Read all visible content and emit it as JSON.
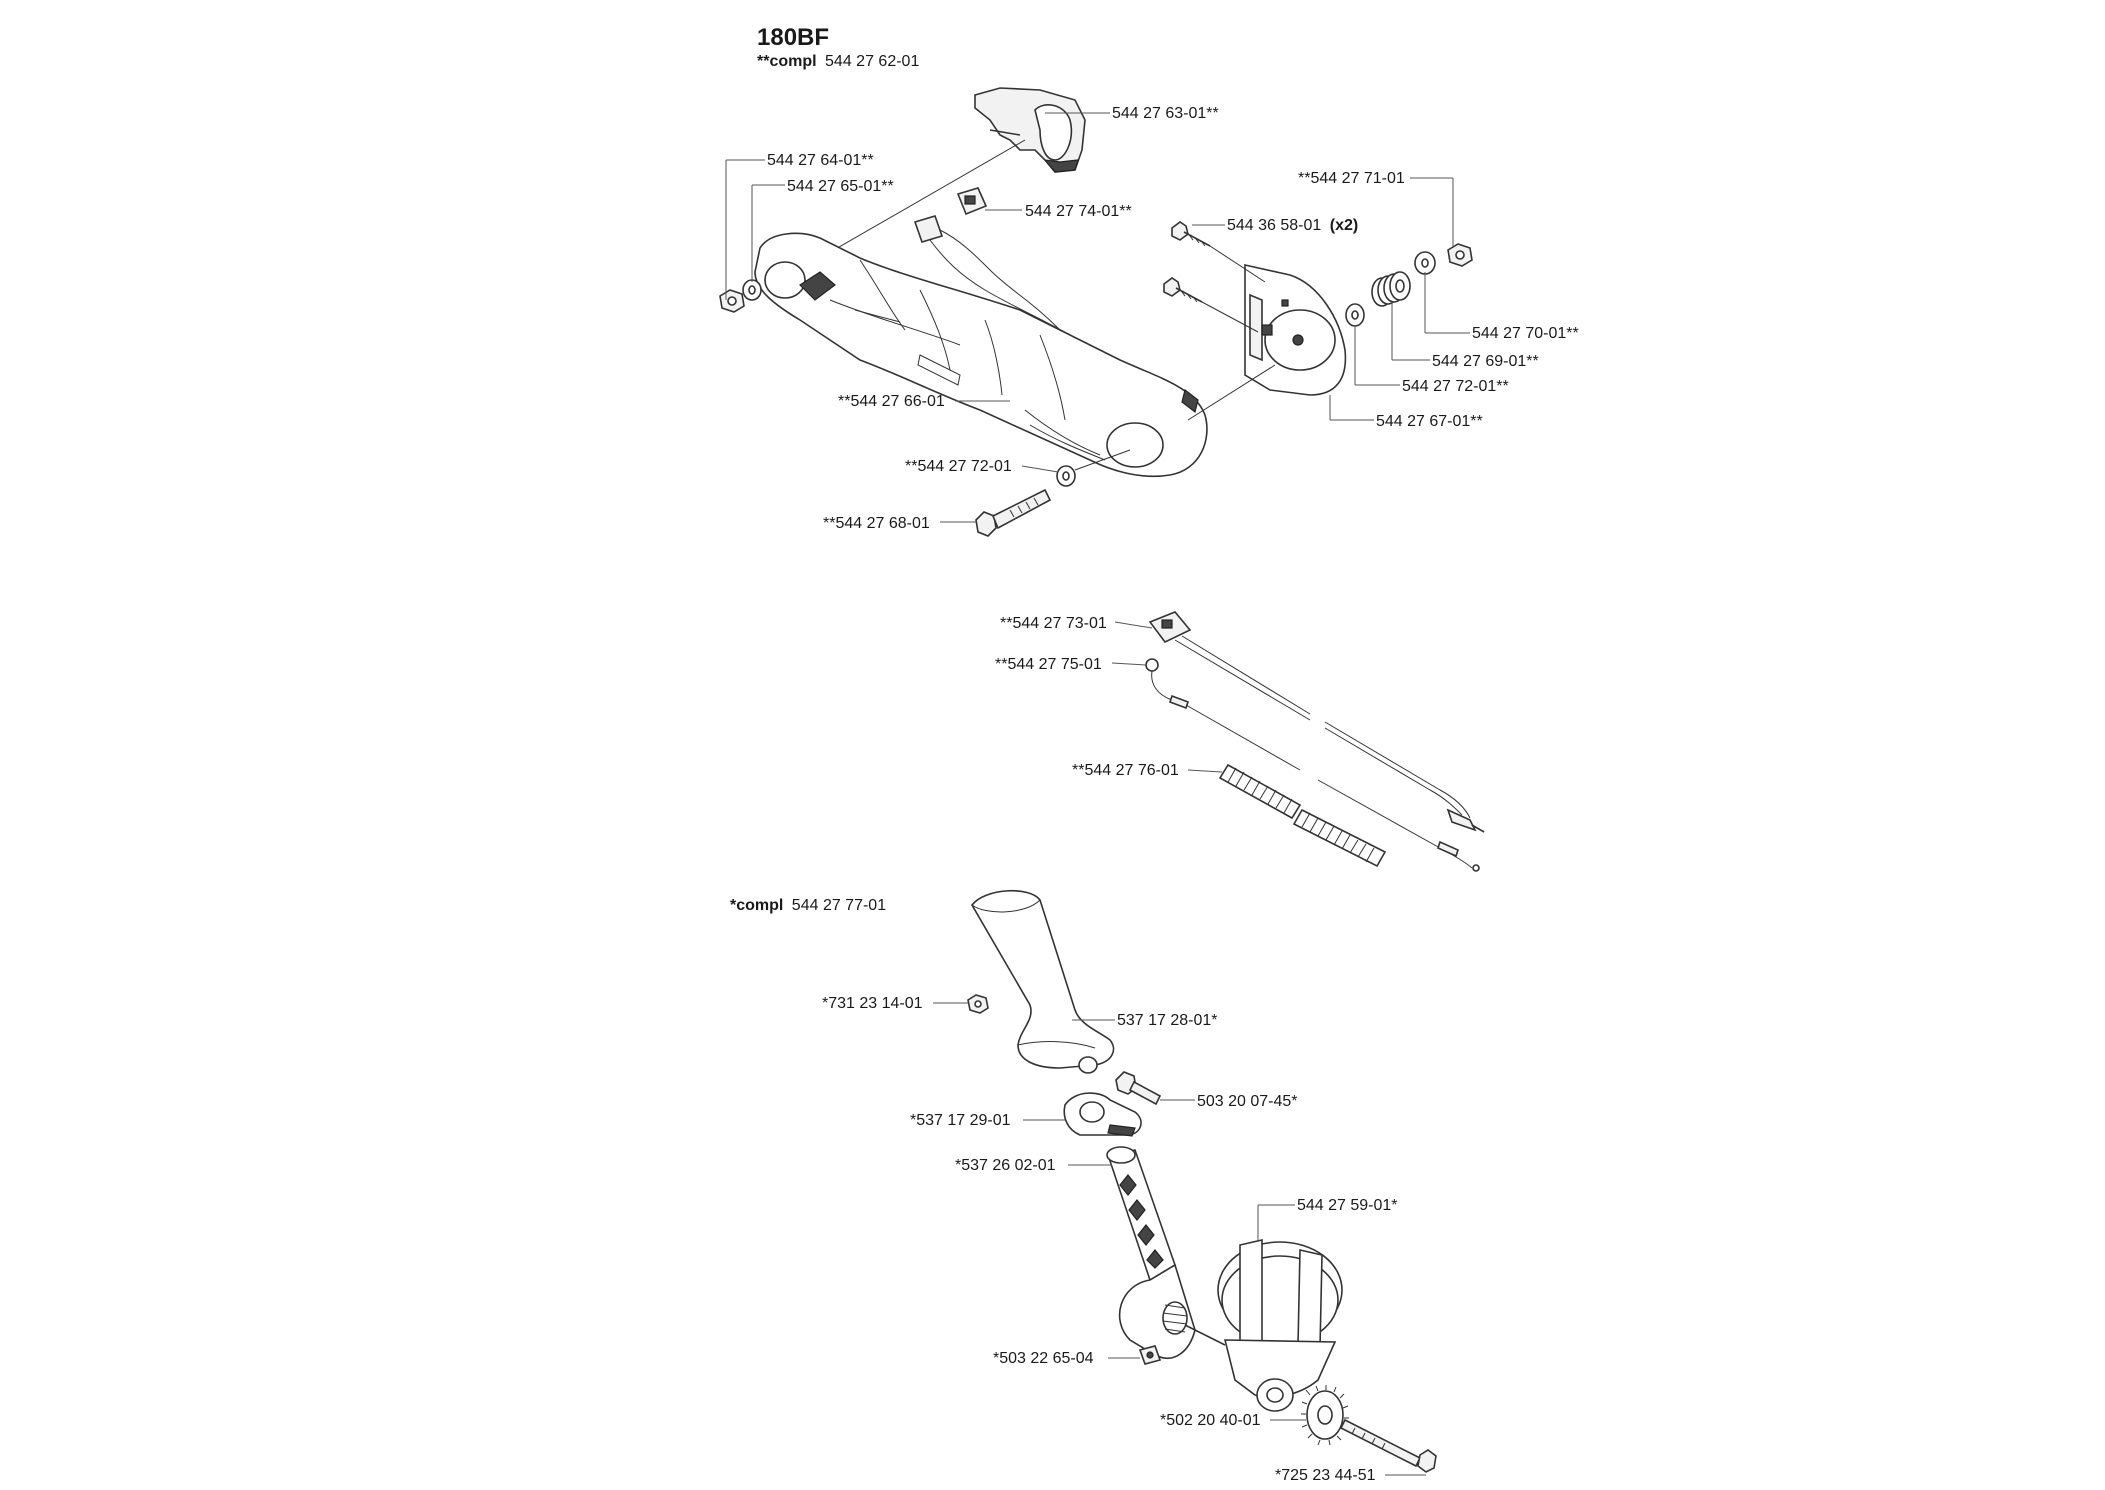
{
  "header": {
    "model": "180BF",
    "compl_top_prefix": "**compl",
    "compl_top_number": "544 27 62-01",
    "compl_bottom_prefix": "*compl",
    "compl_bottom_number": "544 27 77-01"
  },
  "parts_top": [
    {
      "id": "p1",
      "text": "544 27 63-01**"
    },
    {
      "id": "p2",
      "text": "544 27 64-01**"
    },
    {
      "id": "p3",
      "text": "544 27 65-01**"
    },
    {
      "id": "p4",
      "text": "544 27 74-01**"
    },
    {
      "id": "p5",
      "text": "**544 27 71-01"
    },
    {
      "id": "p6",
      "text": "544 36 58-01",
      "qty": "(x2)"
    },
    {
      "id": "p7",
      "text": "544 27 70-01**"
    },
    {
      "id": "p8",
      "text": "544 27 69-01**"
    },
    {
      "id": "p9",
      "text": "544 27 72-01**"
    },
    {
      "id": "p10",
      "text": "544 27 67-01**"
    },
    {
      "id": "p11",
      "text": "**544 27 66-01"
    },
    {
      "id": "p12",
      "text": "**544 27 72-01"
    },
    {
      "id": "p13",
      "text": "**544 27 68-01"
    }
  ],
  "parts_middle": [
    {
      "id": "m1",
      "text": "**544 27 73-01"
    },
    {
      "id": "m2",
      "text": "**544 27 75-01"
    },
    {
      "id": "m3",
      "text": "**544 27 76-01"
    }
  ],
  "parts_bottom": [
    {
      "id": "b1",
      "text": "*731 23 14-01"
    },
    {
      "id": "b2",
      "text": "537 17 28-01*"
    },
    {
      "id": "b3",
      "text": "503 20 07-45*"
    },
    {
      "id": "b4",
      "text": "*537 17 29-01"
    },
    {
      "id": "b5",
      "text": "*537 26 02-01"
    },
    {
      "id": "b6",
      "text": "544 27 59-01*"
    },
    {
      "id": "b7",
      "text": "*503 22 65-04"
    },
    {
      "id": "b8",
      "text": "*502 20 40-01"
    },
    {
      "id": "b9",
      "text": "*725 23 44-51"
    }
  ]
}
